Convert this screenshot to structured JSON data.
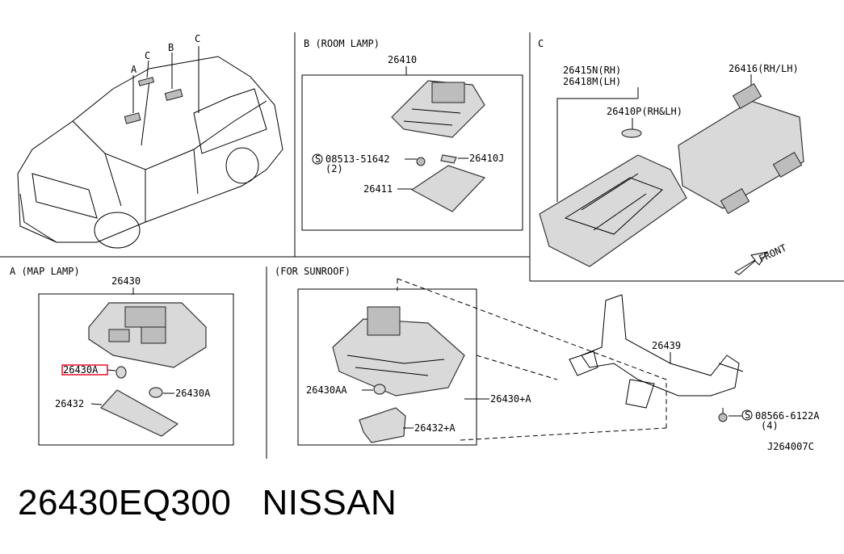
{
  "sections": {
    "b_title": "B (ROOM LAMP)",
    "c_title": "C",
    "a_title": "A (MAP LAMP)",
    "sunroof_title": "(FOR SUNROOF)"
  },
  "car_labels": {
    "a": "A",
    "b": "B",
    "c1": "C",
    "c2": "C"
  },
  "room_lamp": {
    "p26410": "26410",
    "screw": "08513-51642",
    "screw_qty": "(2)",
    "bulb": "26410J",
    "lens": "26411"
  },
  "c_panel": {
    "rh": "26415N(RH)",
    "lh": "26418M(LH)",
    "bulb": "26410P(RH&LH)",
    "cover": "26416(RH/LH)",
    "front": "FRONT"
  },
  "map_lamp": {
    "p26430": "26430",
    "bulb_highlight": "26430A",
    "bulb2": "26430A",
    "lens": "26432"
  },
  "sunroof": {
    "bulb": "26430AA",
    "lamp": "26430+A",
    "lens": "26432+A",
    "bracket": "26439",
    "screw": "08566-6122A",
    "screw_qty": "(4)",
    "code": "J264007C"
  },
  "caption": "26430EQ300   NISSAN",
  "colors": {
    "highlight": "#e8001c",
    "line": "#000000"
  }
}
